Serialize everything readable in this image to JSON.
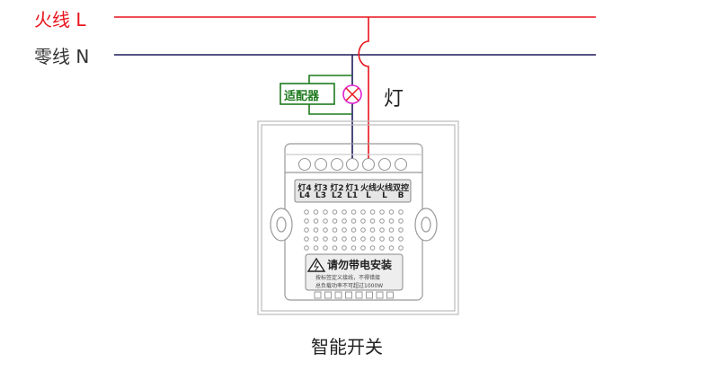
{
  "lines": {
    "live_label": "火线 L",
    "neutral_label": "零线 N",
    "live_color": "#e8141c",
    "neutral_color": "#1e1b5c"
  },
  "adapter": {
    "label": "适配器",
    "color": "#1e7a1e"
  },
  "lamp": {
    "label": "灯",
    "color": "#e020d0"
  },
  "switch": {
    "title": "智能开关",
    "terminals": [
      {
        "top": "灯4",
        "bottom": "L4"
      },
      {
        "top": "灯3",
        "bottom": "L3"
      },
      {
        "top": "灯2",
        "bottom": "L2"
      },
      {
        "top": "灯1",
        "bottom": "L1"
      },
      {
        "top": "火线",
        "bottom": "L"
      },
      {
        "top": "火线",
        "bottom": "L"
      },
      {
        "top": "双控",
        "bottom": "B"
      }
    ],
    "warning_title": "请勿带电安装",
    "warning_notes": [
      "按标签定义接线，不得错接",
      "总负载功率不可超过1000W"
    ]
  }
}
